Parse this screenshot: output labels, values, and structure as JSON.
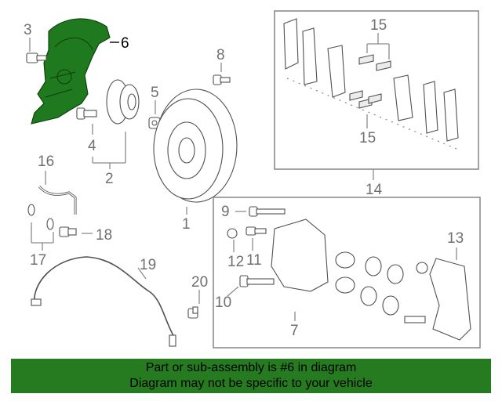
{
  "highlighted_part": "6",
  "callouts": {
    "c1": "1",
    "c2": "2",
    "c3": "3",
    "c4": "4",
    "c5": "5",
    "c6": "6",
    "c7": "7",
    "c8": "8",
    "c9": "9",
    "c10": "10",
    "c11": "11",
    "c12": "12",
    "c13": "13",
    "c14": "14",
    "c15a": "15",
    "c15b": "15",
    "c16": "16",
    "c17": "17",
    "c18": "18",
    "c19": "19",
    "c20": "20"
  },
  "banner": {
    "line1": "Part or sub-assembly is #6 in diagram",
    "line2": "Diagram may not be specific to your vehicle"
  },
  "colors": {
    "highlight": "#267a1f",
    "banner_bg": "#267a1f"
  }
}
